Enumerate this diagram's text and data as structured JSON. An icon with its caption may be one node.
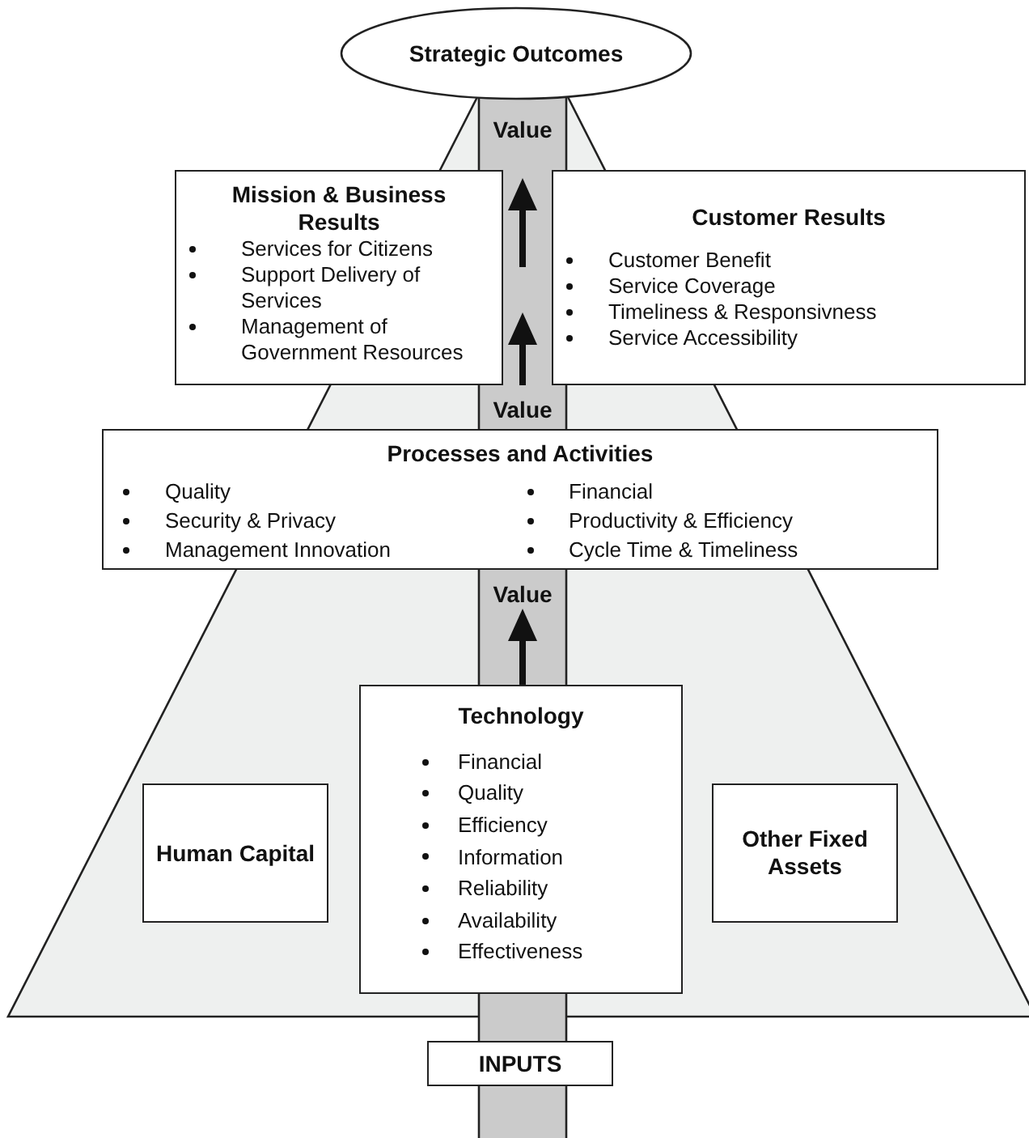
{
  "diagram": {
    "nodes": [
      {
        "text": [
          "Strategic Outcomes"
        ]
      },
      {
        "text": [
          "Mission & Business Results",
          "Services for Citizens",
          "Support Delivery of Services",
          "Management of Government Resources"
        ]
      },
      {
        "text": [
          "Customer Results",
          "Customer Benefit",
          "Service Coverage",
          "Timeliness & Responsivness",
          "Service Accessibility"
        ]
      },
      {
        "text": [
          "Processes and Activities",
          "Quality",
          "Security & Privacy",
          "Management Innovation",
          "Financial",
          "Productivity & Efficiency",
          "Cycle Time & Timeliness"
        ]
      },
      {
        "text": [
          "Technology",
          "Financial",
          "Quality",
          "Efficiency",
          "Information",
          "Reliability",
          "Availability",
          "Effectiveness"
        ]
      },
      {
        "text": [
          "Human Capital"
        ]
      },
      {
        "text": [
          "Other Fixed Assets"
        ]
      },
      {
        "text": [
          "INPUTS"
        ]
      }
    ],
    "labels": [
      "Value",
      "Value",
      "Value"
    ]
  }
}
